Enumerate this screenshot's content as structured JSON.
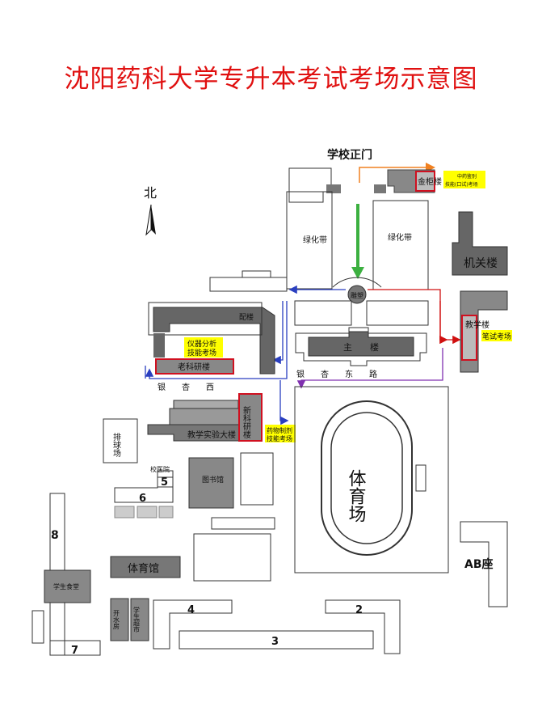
{
  "title": "沈阳药科大学专升本考试考场示意图",
  "north": "北",
  "gate": "学校正门",
  "colors": {
    "title": "#e01010",
    "highlight": "#ffff00",
    "exam_box": "#d01020"
  },
  "buildings": {
    "jinkui": "金柜楼",
    "jinkui_note_1": "中药鉴别",
    "jinkui_note_2": "技能(口试)考场",
    "jiguan": "机关楼",
    "jiaoxue": "教学楼",
    "bishi": "笔试考场",
    "main": "主　　楼",
    "peilou": "配楼",
    "yiqi_1": "仪器分析",
    "yiqi_2": "技能考场",
    "laokeyan": "老科研楼",
    "xinkeyan": "新科研楼",
    "yaowu_1": "药物制剂",
    "yaowu_2": "技能考场",
    "shiyan": "教学实验大楼",
    "paiqiu": "排球场",
    "xiaoyiyuan": "校医院",
    "tushuguan": "图书馆",
    "tiyuchang": "体育场",
    "tiyuguan": "体育馆",
    "shitang": "学生食堂",
    "kaishui": "开水房",
    "chaoshi": "学生超市",
    "ab": "AB座",
    "lvhua_left": "绿化带",
    "lvhua_right": "绿化带",
    "diaosu": "雕塑",
    "dorm_2": "2",
    "dorm_3": "3",
    "dorm_4": "4",
    "dorm_5": "5",
    "dorm_6": "6",
    "dorm_7": "7",
    "dorm_8": "8"
  },
  "roads": {
    "yinxing": "银　　杏　　东　　路",
    "yinxing_west": "银　　杏　　西"
  }
}
